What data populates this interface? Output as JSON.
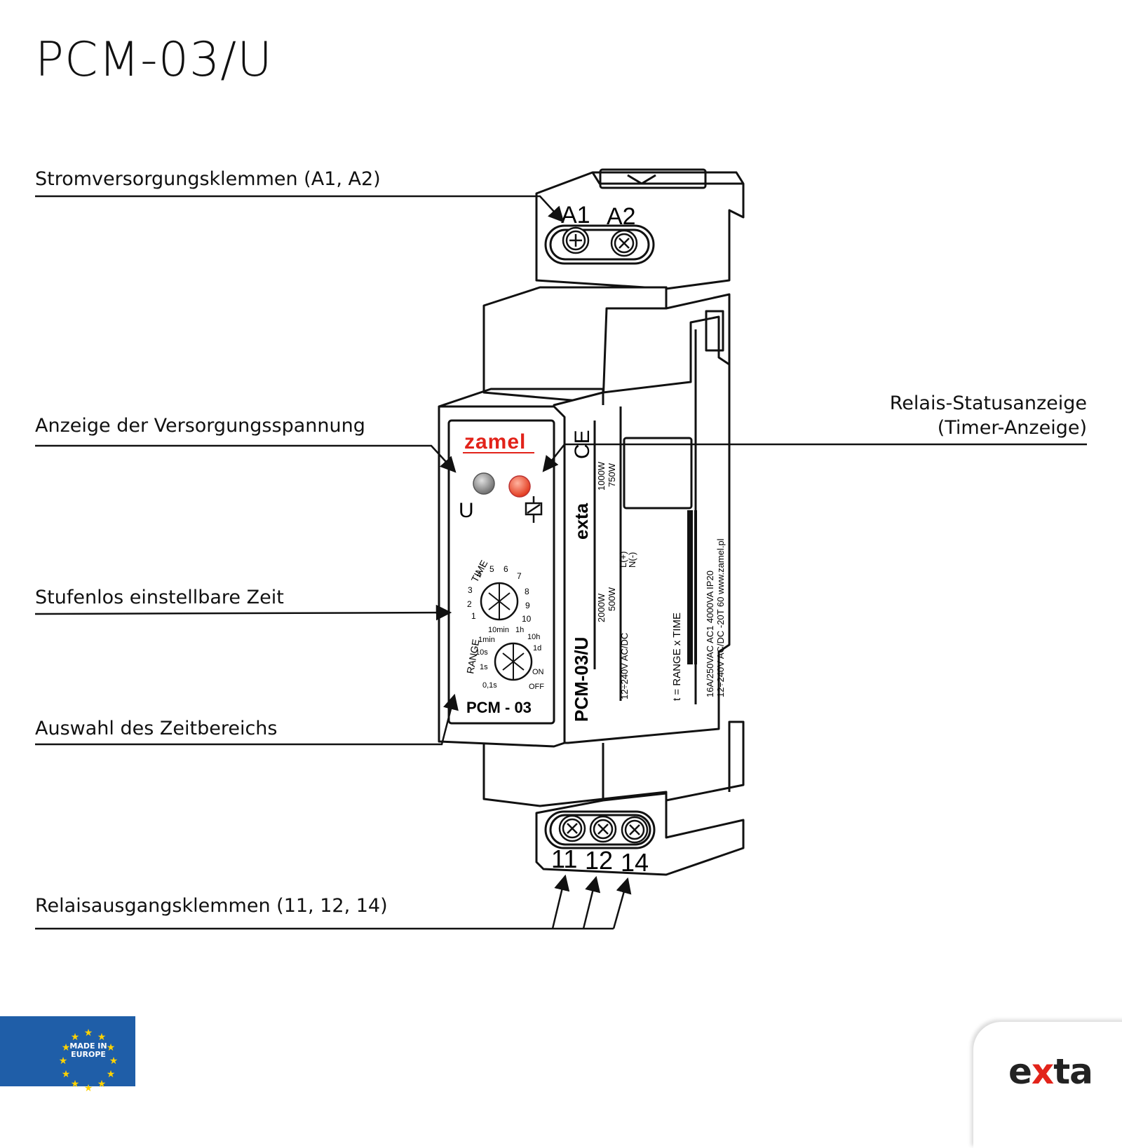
{
  "title": "PCM-03/U",
  "labels": {
    "power_terminals": "Stromversorgungsklemmen (A1, A2)",
    "supply_indicator": "Anzeige der Versorgungsspannung",
    "relay_status_line1": "Relais-Statusanzeige",
    "relay_status_line2": "(Timer-Anzeige)",
    "time_adjust": "Stufenlos einstellbare Zeit",
    "range_select": "Auswahl des Zeitbereichs",
    "relay_terminals": "Relaisausgangsklemmen (11, 12, 14)"
  },
  "device": {
    "brand": "zamel",
    "model_front": "PCM - 03",
    "model_side": "PCM-03/U",
    "side_logo": "exta",
    "ce_mark": "CE",
    "top_terminals": [
      "A1",
      "A2"
    ],
    "bottom_terminals": [
      "11",
      "12",
      "14"
    ],
    "led_supply_label": "U",
    "time_label": "TIME",
    "time_scale": [
      "1",
      "2",
      "3",
      "4",
      "5",
      "6",
      "7",
      "8",
      "9",
      "10"
    ],
    "range_label": "RANGE",
    "range_scale": [
      "0,1s",
      "1s",
      "10s",
      "1min",
      "10min",
      "1h",
      "10h",
      "1d",
      "ON",
      "OFF"
    ],
    "side_text": {
      "load_1": "1000W",
      "load_2": "750W",
      "load_3": "2000W",
      "load_4": "500W",
      "supply": "12÷240V AC/DC",
      "polarity_l": "L(+)",
      "polarity_n": "N(-)",
      "formula": "t = RANGE x TIME",
      "spec_1": "16A/250VAC  AC1 4000VA  IP20",
      "spec_2": "12÷240V AC/DC -20T 60  www.zamel.pl"
    },
    "led_supply_color": "#8a8a8a",
    "led_relay_color": "#ef4f35"
  },
  "footer": {
    "eu_line1": "MADE IN",
    "eu_line2": "EUROPE",
    "eu_color": "#1f5ea8",
    "logo_part1": "e",
    "logo_part2": "x",
    "logo_part3": "ta",
    "logo_accent": "#e2231a"
  }
}
